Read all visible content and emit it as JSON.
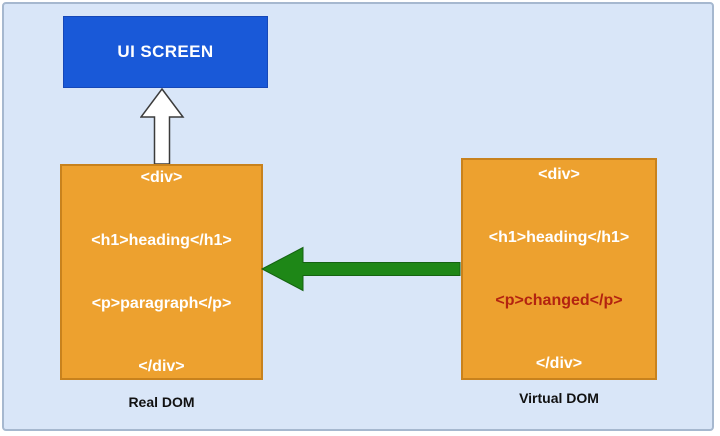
{
  "ui_screen": {
    "label": "UI SCREEN"
  },
  "real_dom": {
    "label": "Real DOM",
    "code_lines": {
      "0": "<div>",
      "1": "<h1>heading</h1>",
      "2": "<p>paragraph</p>",
      "3": "</div>"
    }
  },
  "virtual_dom": {
    "label": "Virtual DOM",
    "code_lines": {
      "0": "<div>",
      "1": "<h1>heading</h1>",
      "2": "<p>changed</p>",
      "3": "</div>"
    },
    "changed_line": "<p>changed</p>"
  },
  "colors": {
    "background": "#D9E6F8",
    "frame_border": "#A6B8CF",
    "box_blue": "#1959D8",
    "box_blue_border": "#1648B8",
    "box_orange": "#EDA12F",
    "box_orange_border": "#C8821D",
    "arrow_green": "#1E8717",
    "arrow_green_border": "#156312",
    "arrow_white": "#FFFFFF",
    "arrow_white_border": "#3B3B3B",
    "code_text": "#FFFFFF",
    "changed_text": "#B32310",
    "label_text": "#111111"
  }
}
